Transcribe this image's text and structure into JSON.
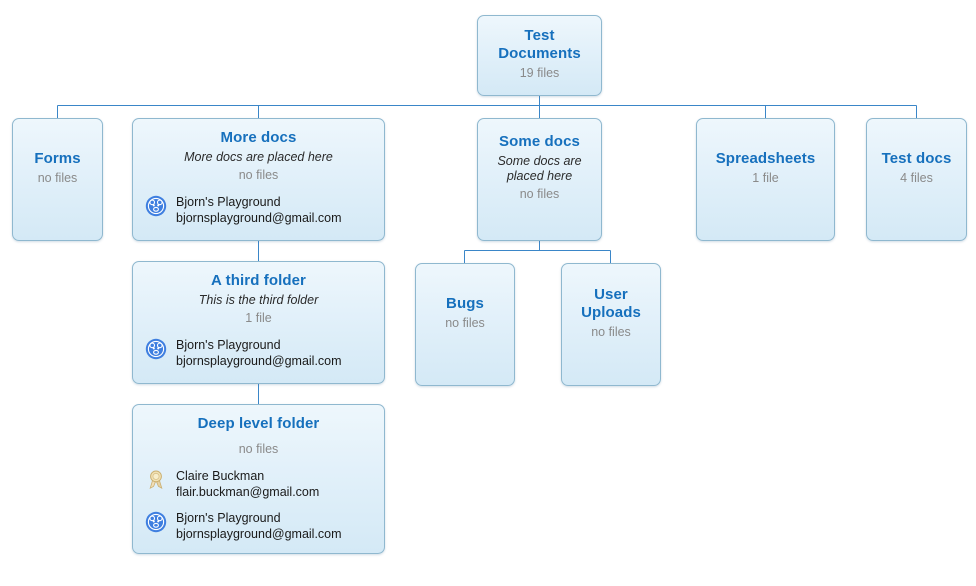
{
  "diagram": {
    "type": "folder-hierarchy-tree",
    "background": "#ffffff",
    "accent_color": "#1670bd",
    "edge_color": "#3a86c8",
    "card_border_color": "#8fb8cf"
  },
  "avatars": {
    "bjorn": "bear-avatar-icon",
    "claire": "award-ribbon-avatar-icon"
  },
  "members": {
    "bjorn": {
      "name": "Bjorn's Playground",
      "email": "bjornsplayground@gmail.com"
    },
    "claire": {
      "name": "Claire Buckman",
      "email": "flair.buckman@gmail.com"
    }
  },
  "nodes": {
    "root": {
      "title": "Test Documents",
      "count": "19 files"
    },
    "forms": {
      "title": "Forms",
      "count": "no files"
    },
    "more_docs": {
      "title": "More docs",
      "desc": "More docs are placed here",
      "count": "no files"
    },
    "third_folder": {
      "title": "A third folder",
      "desc": "This is the third folder",
      "count": "1 file"
    },
    "deep_level": {
      "title": "Deep level folder",
      "count": "no files"
    },
    "some_docs": {
      "title": "Some docs",
      "desc": "Some docs are placed here",
      "count": "no files"
    },
    "bugs": {
      "title": "Bugs",
      "count": "no files"
    },
    "user_uploads": {
      "title": "User Uploads",
      "count": "no files"
    },
    "spreadsheets": {
      "title": "Spreadsheets",
      "count": "1 file"
    },
    "test_docs": {
      "title": "Test docs",
      "count": "4 files"
    }
  }
}
